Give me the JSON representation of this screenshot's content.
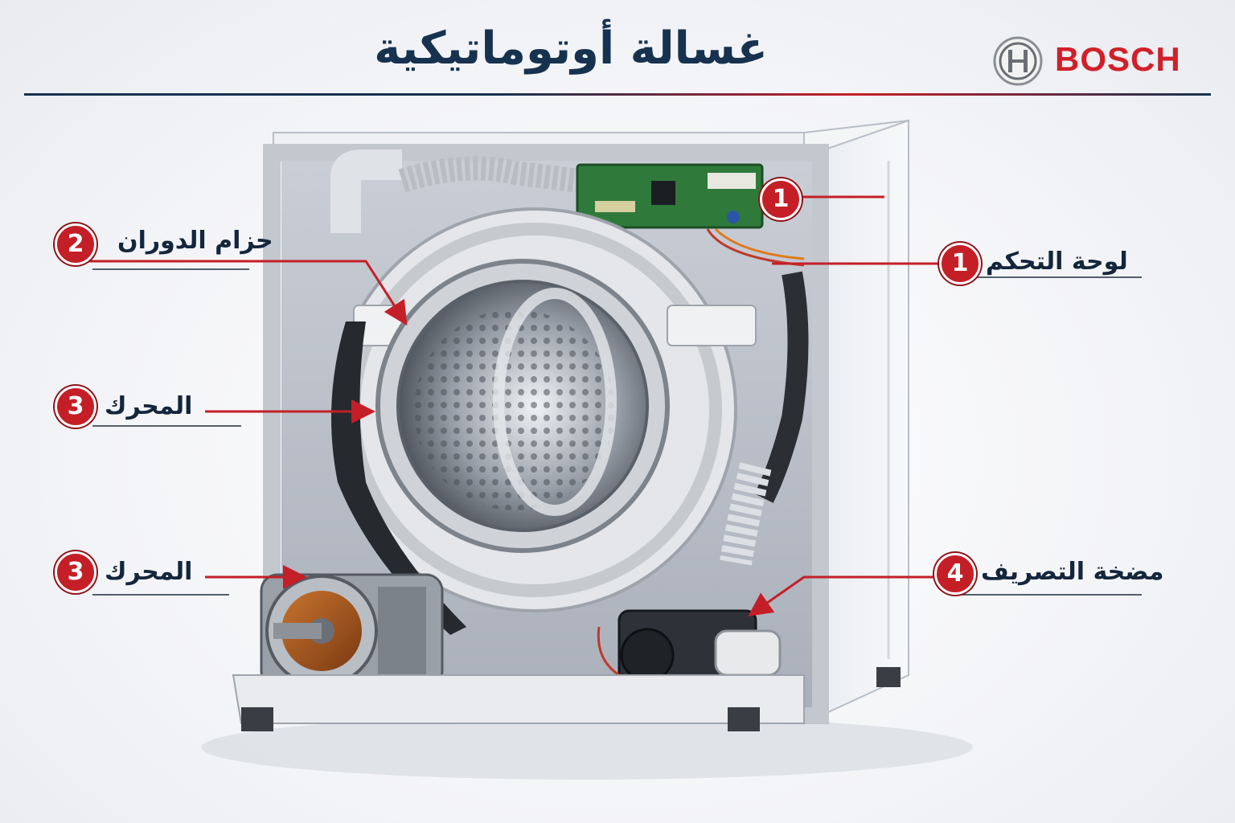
{
  "header": {
    "title": "غسالة أوتوماتيكية",
    "brand": "BOSCH",
    "brand_icon": "bosch-armature-logo-icon"
  },
  "colors": {
    "title_navy": "#16324f",
    "accent_red": "#c41f27",
    "brand_red": "#d0202a",
    "label_text": "#14263c"
  },
  "callouts": [
    {
      "number": "1",
      "label": "لوحة التحكم"
    },
    {
      "number": "2",
      "label": "حزام الدوران"
    },
    {
      "number": "3",
      "label": "المحرك"
    },
    {
      "number": "3",
      "label": "المحرك"
    },
    {
      "number": "4",
      "label": "مضخة التصريف"
    }
  ],
  "board_marker": {
    "number": "1"
  }
}
